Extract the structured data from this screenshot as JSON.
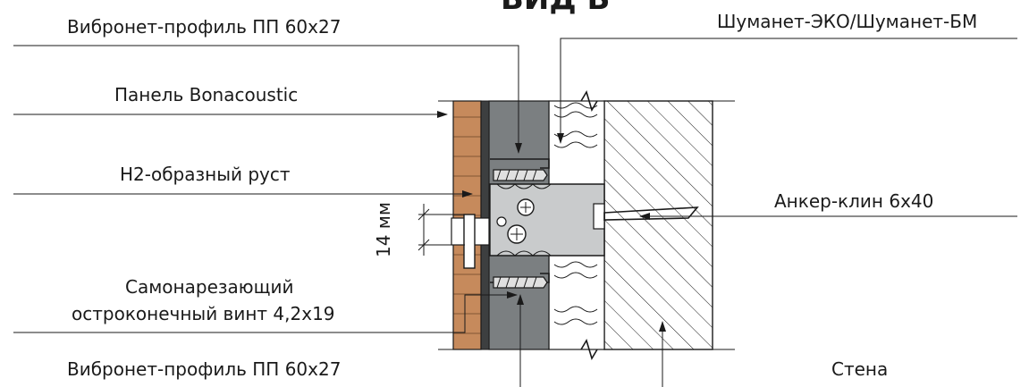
{
  "title": "ВИД Б",
  "labels": {
    "vibronet_top": "Вибронет-профиль ПП 60х27",
    "shumanet": "Шуманет-ЭКО/Шуманет-БМ",
    "panel": "Панель Bonacoustic",
    "rust": "Н2-образный руст",
    "anchor": "Анкер-клин 6х40",
    "screw_line1": "Самонарезающий",
    "screw_line2": "остроконечный винт 4,2х19",
    "vibronet_bottom": "Вибронет-профиль ПП 60х27",
    "wall": "Стена",
    "dimension": "14 мм"
  },
  "colors": {
    "wood": "#c68a5c",
    "board": "#7b7f81",
    "bracket": "#c9cbcc",
    "wall_hatch": "#e2e2e2",
    "line": "#1a1a1a",
    "insulation": "#ffffff"
  },
  "icons": [
    "arrow-icon",
    "screw-icon",
    "bolt-icon"
  ]
}
